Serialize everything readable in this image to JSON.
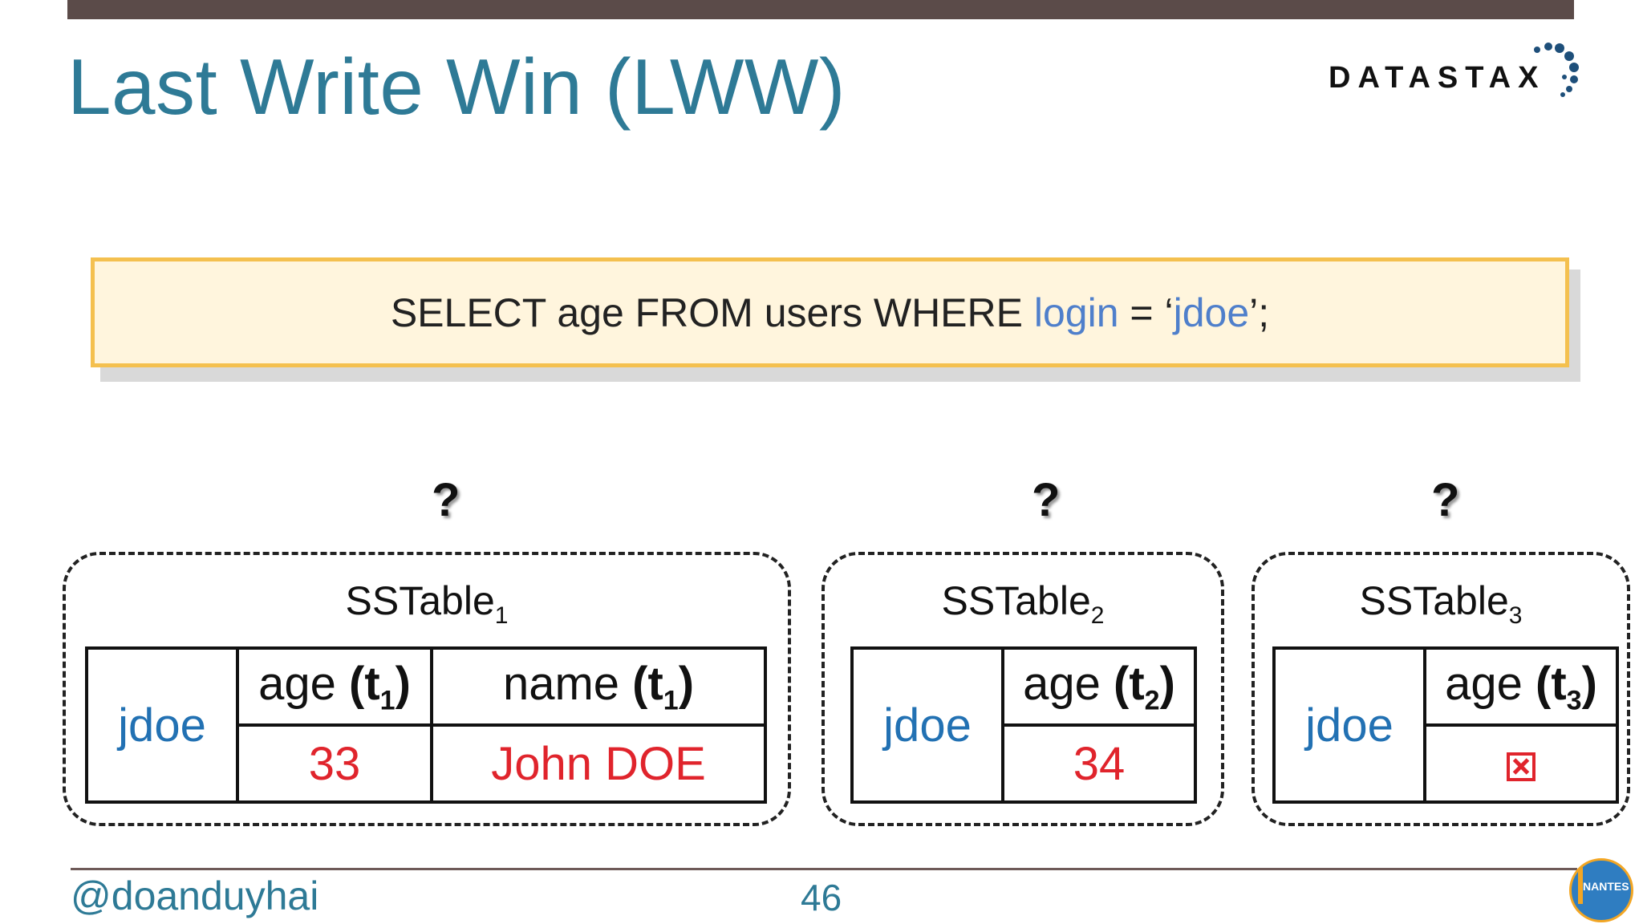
{
  "slide": {
    "title": "Last Write Win (LWW)",
    "logo": "DATASTAX",
    "badge": "NANTES",
    "handle": "@doanduyhai",
    "page_number": "46"
  },
  "query": {
    "part1": "SELECT age FROM users WHERE ",
    "column": "login",
    "op": " = ‘",
    "value": "jdoe",
    "end": "’;"
  },
  "sstables": [
    {
      "name": "SSTable",
      "index": "1",
      "question": "?",
      "key": "jdoe",
      "columns": [
        {
          "label": "age",
          "ts": "1",
          "value": "33"
        },
        {
          "label": "name",
          "ts": "1",
          "value": "John DOE"
        }
      ]
    },
    {
      "name": "SSTable",
      "index": "2",
      "question": "?",
      "key": "jdoe",
      "columns": [
        {
          "label": "age",
          "ts": "2",
          "value": "34"
        }
      ]
    },
    {
      "name": "SSTable",
      "index": "3",
      "question": "?",
      "key": "jdoe",
      "columns": [
        {
          "label": "age",
          "ts": "3",
          "value": "",
          "tombstone": true,
          "icon": "tombstone-x-icon"
        }
      ]
    }
  ]
}
